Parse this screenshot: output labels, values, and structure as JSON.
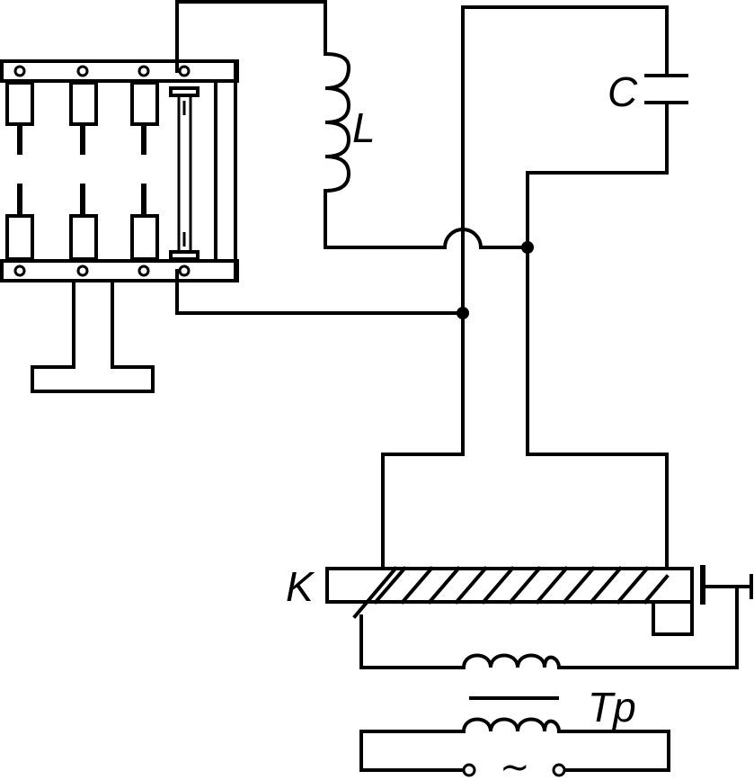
{
  "labels": {
    "inductor": "L",
    "capacitor": "C",
    "core": "K",
    "transformer": "Tp",
    "ac_source": "~"
  }
}
